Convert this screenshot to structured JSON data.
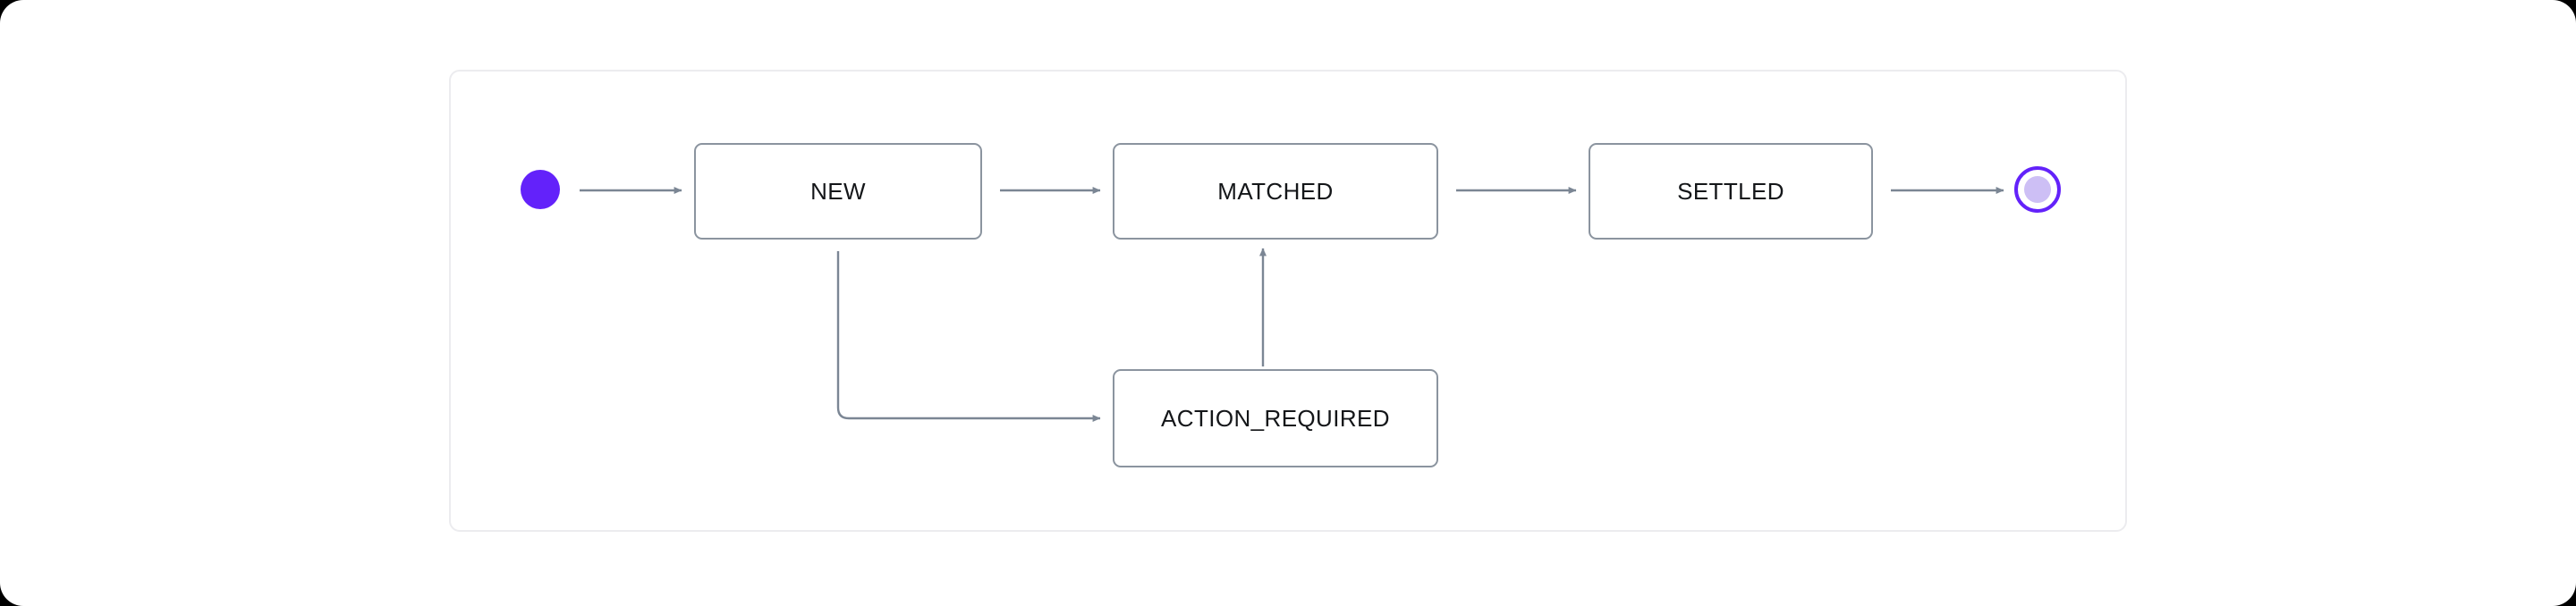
{
  "diagram": {
    "type": "state-machine",
    "title": "",
    "colors": {
      "start_node": "#6322fa",
      "end_node_ring": "#6322fa",
      "end_node_fill": "#cdbff5",
      "box_border": "#8b949f",
      "box_fill": "#ffffff",
      "edge": "#7b8694",
      "container_border": "#ececef",
      "page_background": "#ffffff",
      "label_text": "#141619"
    },
    "nodes": [
      {
        "id": "start",
        "kind": "start-node",
        "label": ""
      },
      {
        "id": "new",
        "kind": "state",
        "label": "NEW"
      },
      {
        "id": "matched",
        "kind": "state",
        "label": "MATCHED"
      },
      {
        "id": "settled",
        "kind": "state",
        "label": "SETTLED"
      },
      {
        "id": "action_required",
        "kind": "state",
        "label": "ACTION_REQUIRED"
      },
      {
        "id": "end",
        "kind": "end-node",
        "label": ""
      }
    ],
    "edges": [
      {
        "from": "start",
        "to": "new",
        "label": "",
        "style": "straight-right"
      },
      {
        "from": "new",
        "to": "matched",
        "label": "",
        "style": "straight-right"
      },
      {
        "from": "matched",
        "to": "settled",
        "label": "",
        "style": "straight-right"
      },
      {
        "from": "settled",
        "to": "end",
        "label": "",
        "style": "straight-right"
      },
      {
        "from": "new",
        "to": "action_required",
        "label": "",
        "style": "elbow-down-right"
      },
      {
        "from": "action_required",
        "to": "matched",
        "label": "",
        "style": "straight-up"
      }
    ]
  }
}
